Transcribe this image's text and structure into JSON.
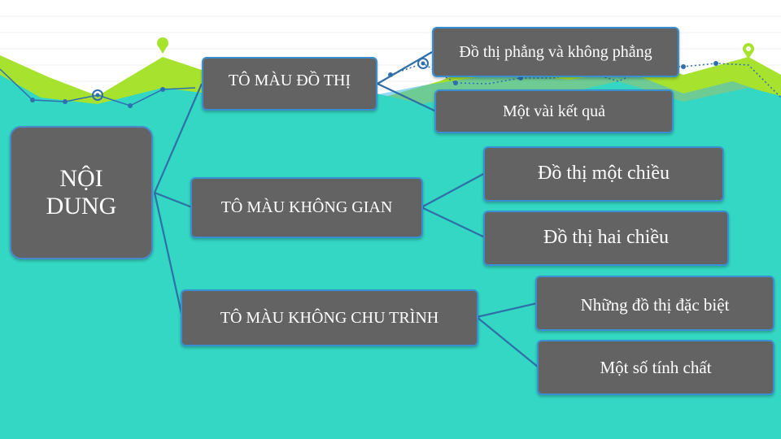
{
  "mindmap": {
    "root": {
      "label": "NỘI DUNG"
    },
    "branches": [
      {
        "label": "TÔ MÀU ĐỒ THỊ",
        "children": [
          {
            "label": "Đồ thị phẳng và không phẳng"
          },
          {
            "label": "Một vài kết quả"
          }
        ]
      },
      {
        "label": "TÔ MÀU KHÔNG GIAN",
        "children": [
          {
            "label": "Đồ thị một chiều"
          },
          {
            "label": "Đồ thị hai chiều"
          }
        ]
      },
      {
        "label": "TÔ MÀU KHÔNG CHU TRÌNH",
        "children": [
          {
            "label": "Những đồ thị đặc biệt"
          },
          {
            "label": "Một số tính chất"
          }
        ]
      }
    ]
  },
  "colors": {
    "background": "#34d6c4",
    "node_fill": "#636363",
    "node_border": "#3a8fd1",
    "node_text": "#ffffff",
    "connector": "#2f6fa8",
    "accent_green": "#a6e22e",
    "accent_blue": "#2f6fb0"
  }
}
